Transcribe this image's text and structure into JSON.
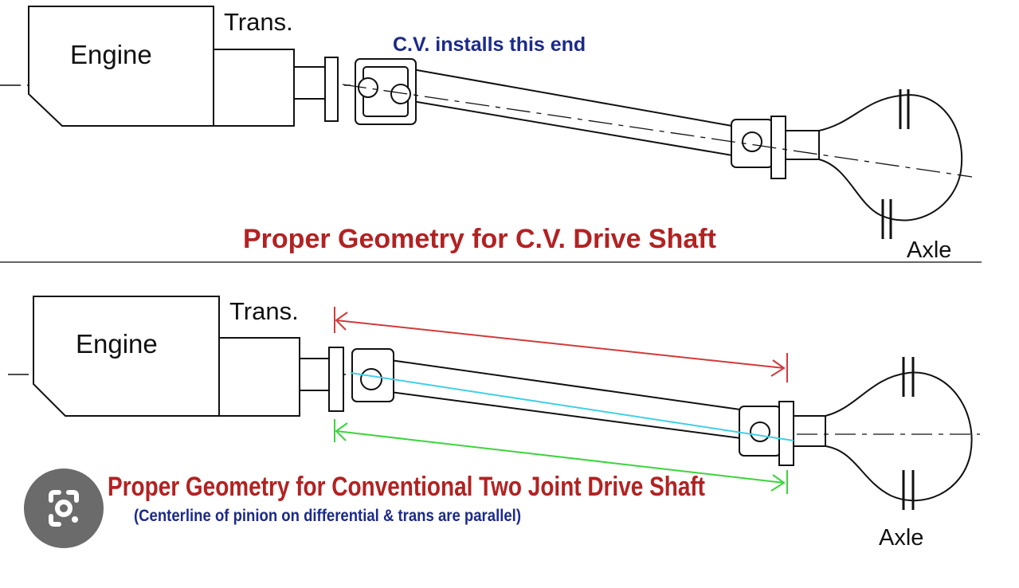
{
  "top": {
    "engine_label": "Engine",
    "trans_label": "Trans.",
    "cv_note": "C.V. installs this end",
    "caption": "Proper Geometry for C.V. Drive Shaft",
    "axle_label": "Axle"
  },
  "bottom": {
    "engine_label": "Engine",
    "trans_label": "Trans.",
    "caption": "Proper Geometry for Conventional Two Joint Drive Shaft",
    "note": "(Centerline of pinion on differential & trans are parallel)",
    "axle_label": "Axle"
  },
  "colors": {
    "caption": "#b22222",
    "note": "#1c2a8a",
    "red_dimension": "#d23a3a",
    "green_dimension": "#3cd43c",
    "cyan_line": "#40d0e6",
    "lens_button": "#6b6b6b"
  },
  "icons": {
    "lens": "google-lens-icon"
  }
}
